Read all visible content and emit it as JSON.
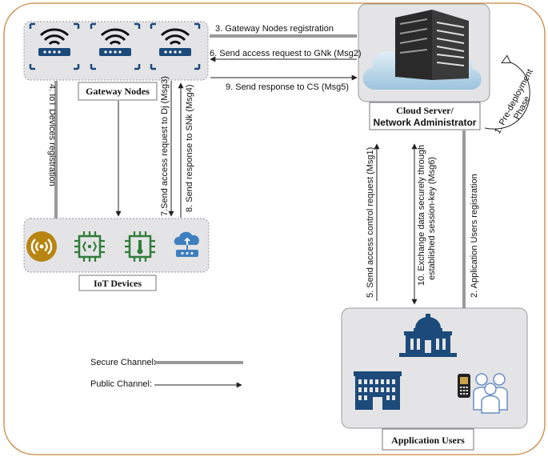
{
  "boxes": {
    "gateway": "Gateway Nodes",
    "cloud_line1": "Cloud Server/",
    "cloud_line2": "Network Administrator",
    "iot": "IoT Devices",
    "users": "Application Users"
  },
  "messages": {
    "m1_line1": "1. Pre-deployment",
    "m1_line2": "Phase",
    "m2": "2. Application Users registration",
    "m3": "3. Gateway Nodes registration",
    "m4": "4. IoT Devices registration",
    "m5": "5. Send access control request (Msg1)",
    "m6": "6. Send access request to GNk (Msg2)",
    "m7": "7.Send access request to Dj (Msg3)",
    "m8": "8. Send response to SNk (Msg4)",
    "m9": "9. Send response to CS (Msg5)",
    "m10_line1": "10. Exchange data securely through",
    "m10_line2": "established session-key (Msg6)"
  },
  "legend": {
    "secure": "Secure Channel:",
    "public": "Public Channel:"
  },
  "colors": {
    "frame": "#c9843a",
    "box_fill": "#e4e4e6",
    "icon_navy": "#1c4a7a",
    "icon_green": "#2f7d3a",
    "icon_gold": "#b88512",
    "icon_blue": "#3f7fbf"
  },
  "icons": [
    "router-icon",
    "server-building-icon",
    "cloud-icon",
    "wireless-sensor-icon",
    "chip-icon",
    "thermometer-chip-icon",
    "cloud-device-icon",
    "capitol-building-icon",
    "office-building-icon",
    "mobile-phone-icon",
    "people-group-icon"
  ]
}
